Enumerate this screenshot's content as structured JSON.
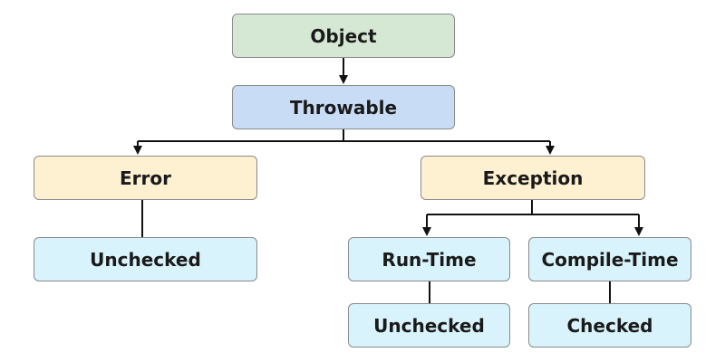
{
  "diagram": {
    "nodes": {
      "object": "Object",
      "throwable": "Throwable",
      "error": "Error",
      "exception": "Exception",
      "error_unchecked": "Unchecked",
      "runtime": "Run-Time",
      "compiletime": "Compile-Time",
      "runtime_unchecked": "Unchecked",
      "compiletime_checked": "Checked"
    },
    "colors": {
      "root": "#d5e8d4",
      "throwable": "#c9dcf5",
      "category": "#fdf1d2",
      "leaf": "#d8f3fb",
      "border": "#8a8a8a",
      "line": "#111111"
    }
  }
}
